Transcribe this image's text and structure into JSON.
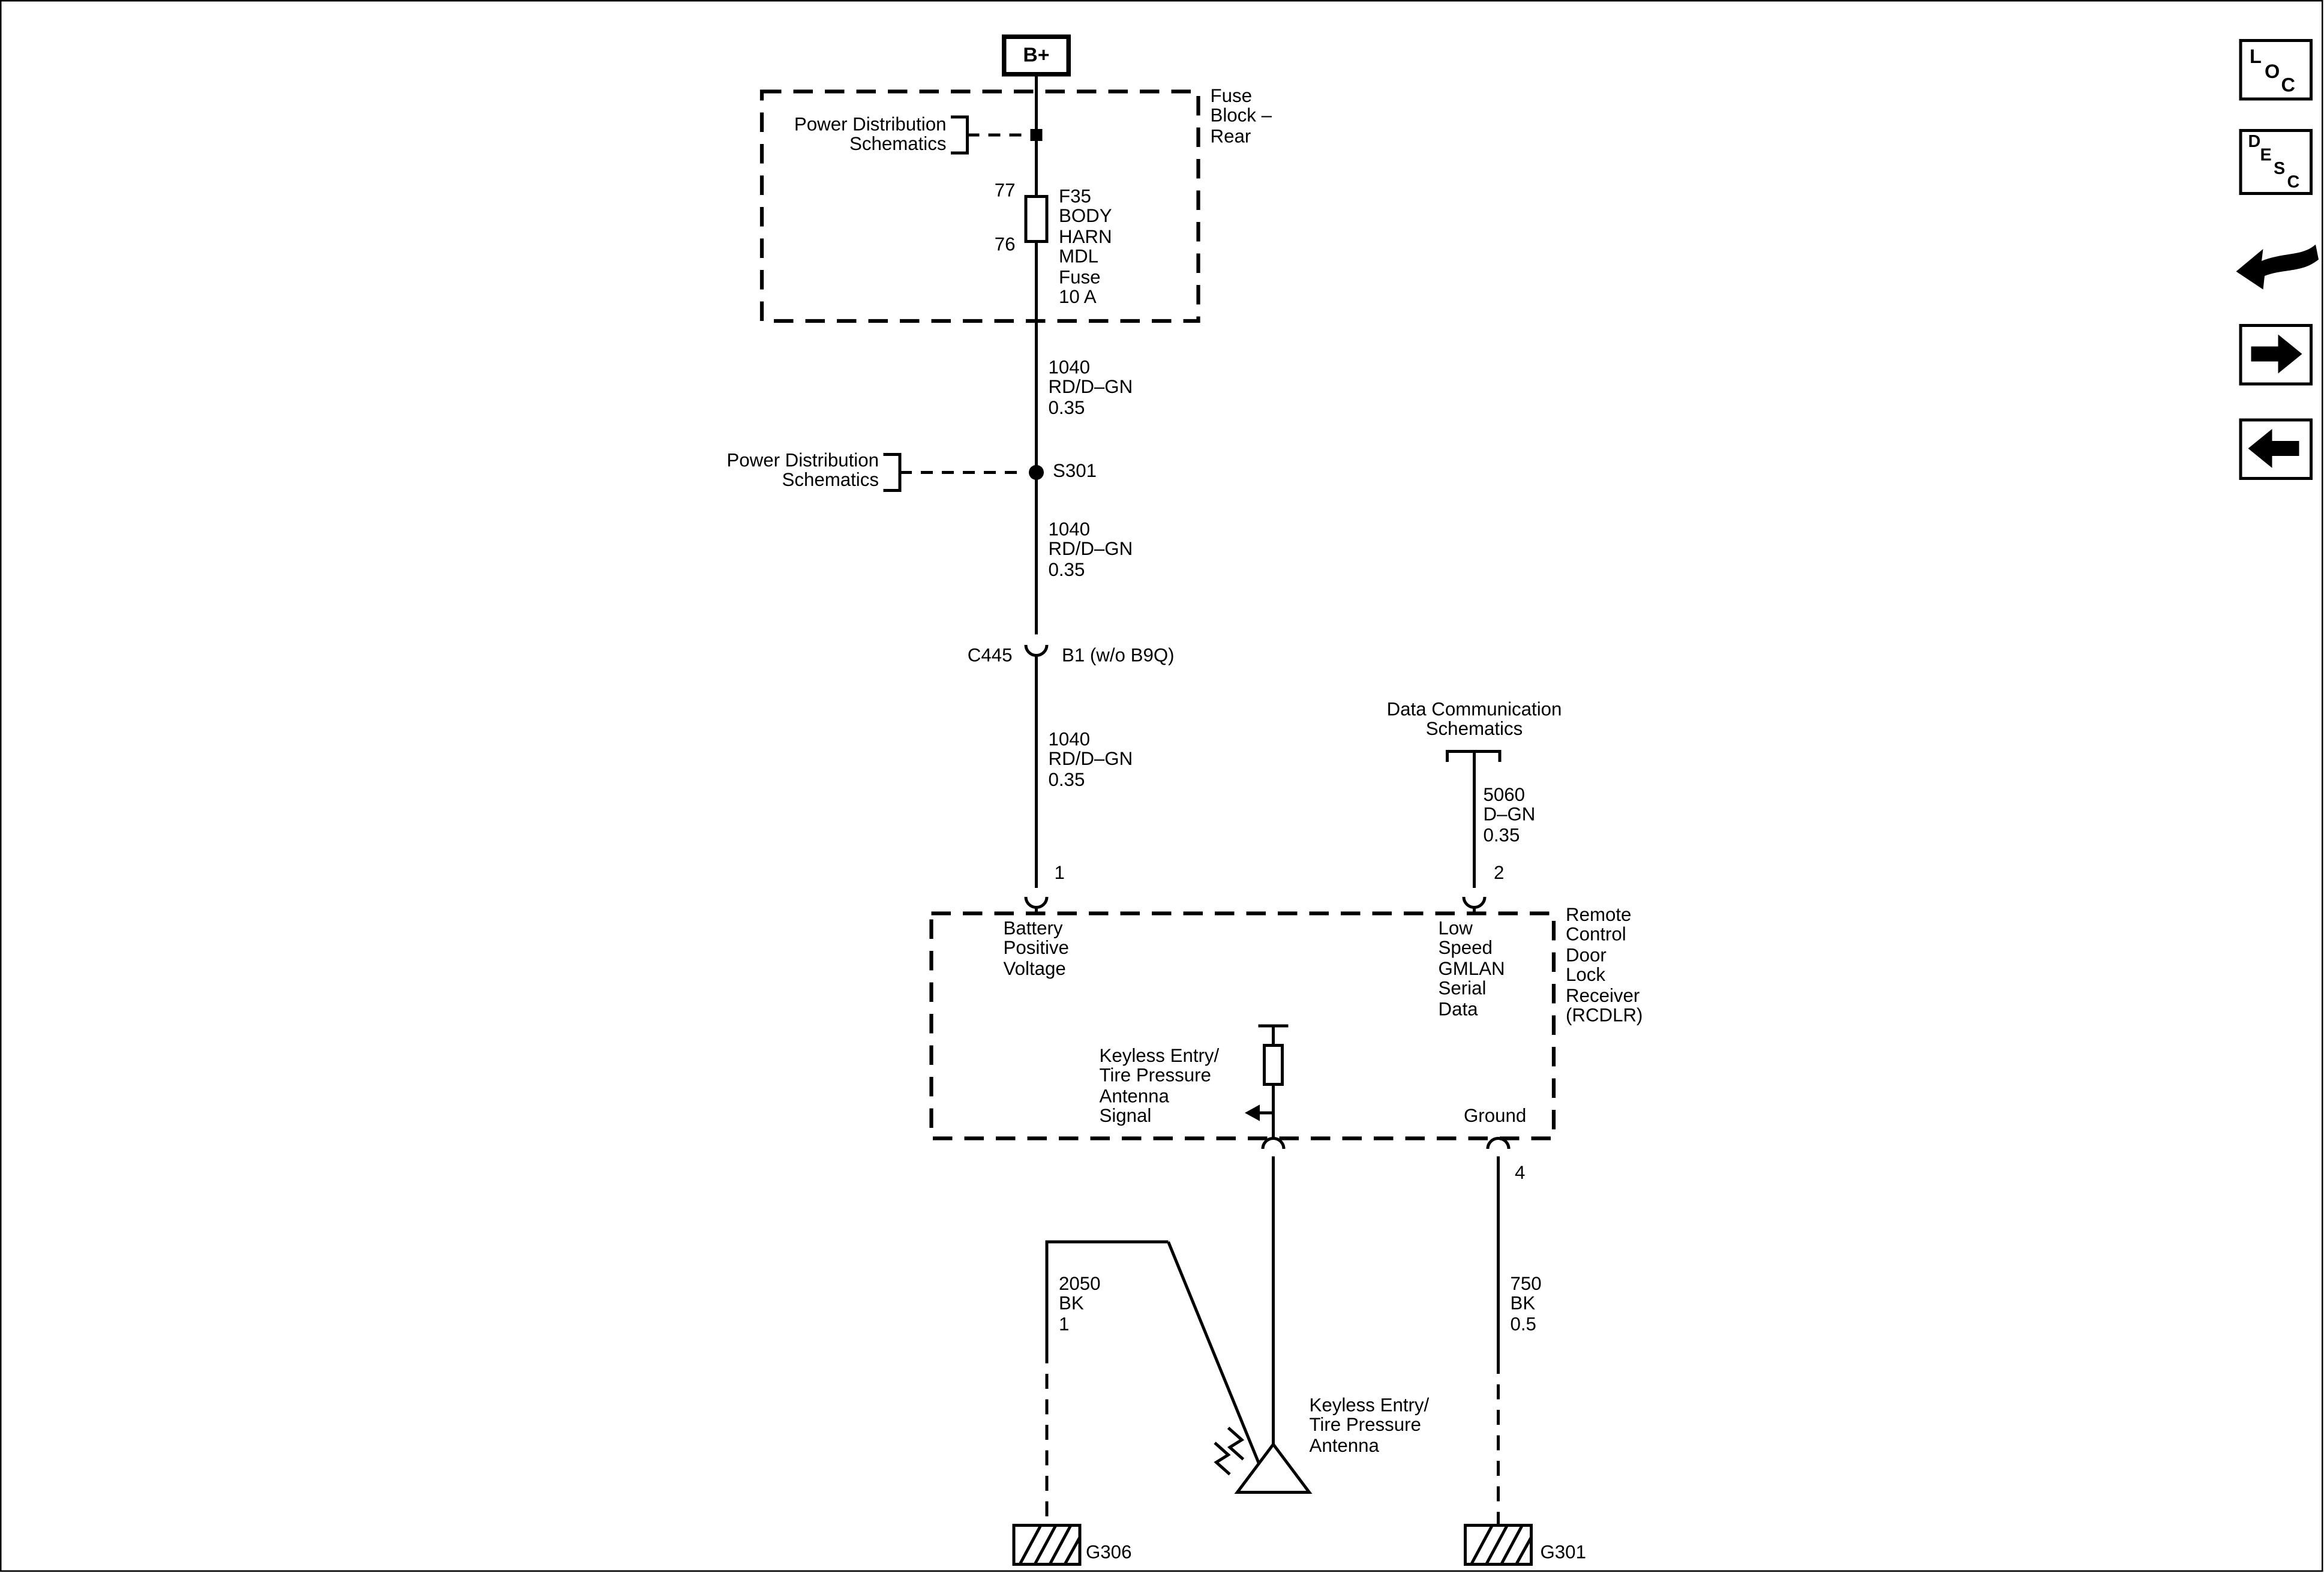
{
  "canvas": {
    "b_plus": "B+"
  },
  "fuse_block": {
    "name": [
      "Fuse",
      "Block –",
      "Rear"
    ],
    "ref_label": [
      "Power Distribution",
      "Schematics"
    ],
    "terminal_top": "77",
    "terminal_bottom": "76",
    "fuse": [
      "F35",
      "BODY",
      "HARN",
      "MDL",
      "Fuse",
      "10 A"
    ]
  },
  "wires": {
    "w1": [
      "1040",
      "RD/D–GN",
      "0.35"
    ],
    "w2": [
      "1040",
      "RD/D–GN",
      "0.35"
    ],
    "w3": [
      "1040",
      "RD/D–GN",
      "0.35"
    ],
    "w5060": [
      "5060",
      "D–GN",
      "0.35"
    ],
    "w2050": [
      "2050",
      "BK",
      "1"
    ],
    "w750": [
      "750",
      "BK",
      "0.5"
    ]
  },
  "splice": {
    "ref_label": [
      "Power Distribution",
      "Schematics"
    ],
    "name": "S301"
  },
  "connector_c445": {
    "name": "C445",
    "pin": "B1 (w/o B9Q)"
  },
  "data_comm": {
    "ref_label": [
      "Data Communication",
      "Schematics"
    ]
  },
  "rcdlr": {
    "pin1": "1",
    "pin2": "2",
    "pin4": "4",
    "battery": [
      "Battery",
      "Positive",
      "Voltage"
    ],
    "gmlan": [
      "Low",
      "Speed",
      "GMLAN",
      "Serial",
      "Data"
    ],
    "antenna_signal": [
      "Keyless Entry/",
      "Tire Pressure",
      "Antenna",
      "Signal"
    ],
    "ground": "Ground",
    "name": [
      "Remote",
      "Control",
      "Door",
      "Lock",
      "Receiver",
      "(RCDLR)"
    ]
  },
  "antenna": {
    "label": [
      "Keyless Entry/",
      "Tire Pressure",
      "Antenna"
    ]
  },
  "grounds": {
    "left": "G306",
    "right": "G301"
  },
  "toolbar": {
    "loc": [
      "L",
      "O",
      "C"
    ],
    "desc": [
      "D",
      "E",
      "S",
      "C"
    ]
  }
}
